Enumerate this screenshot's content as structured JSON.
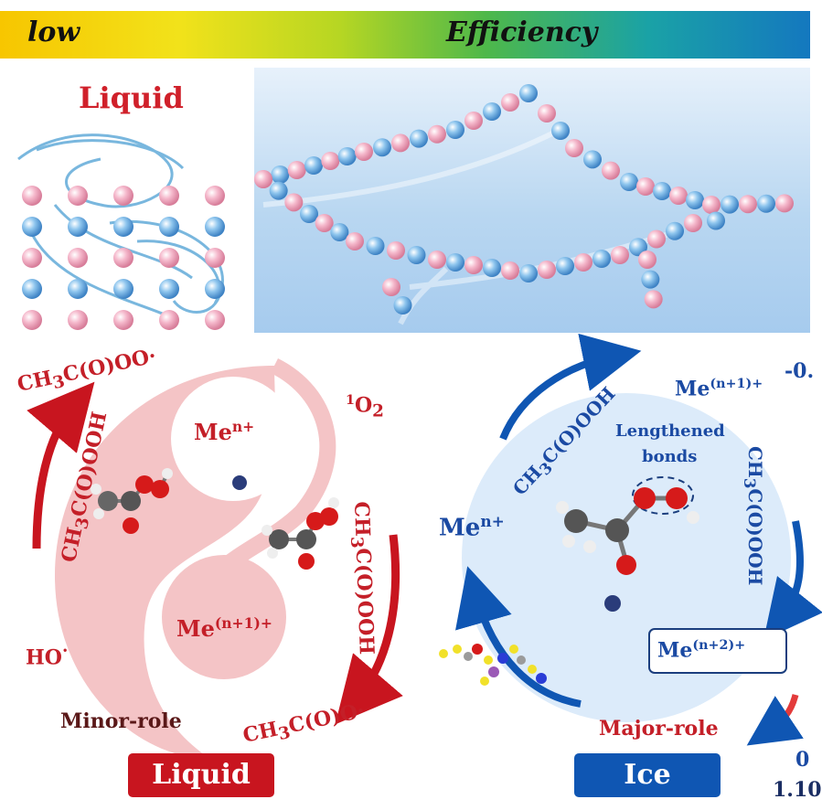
{
  "header": {
    "low_label": "low",
    "efficiency_label": "Efficiency"
  },
  "top_left": {
    "title": "Liquid"
  },
  "left_cycle": {
    "peroxy_radical": "CH3C(O)OO·",
    "singlet_oxygen": "1O2",
    "paa_left": "CH3C(O)OOH",
    "paa_right": "CH3C(O)OOH",
    "me_n": "Men+",
    "me_n1": "Me(n+1)+",
    "hydroxyl": "HO·",
    "acetoxyl": "CH3C(O)O·",
    "role": "Minor-role",
    "badge": "Liquid"
  },
  "right_cycle": {
    "paa_top": "CH3C(O)OOH",
    "me_n1": "Me(n+1)+",
    "lengthened_line1": "Lengthened",
    "lengthened_line2": "bonds",
    "paa_right": "CH3C(O)OOH",
    "me_n": "Men+",
    "me_n2": "Me(n+2)+",
    "role": "Major-role",
    "badge": "Ice"
  },
  "edge_texts": {
    "top_right": "-0.",
    "bottom_right": "1.10",
    "right_mid": "0"
  },
  "colors": {
    "liquid_red": "#c8151f",
    "ice_blue": "#0f56b3",
    "yin_pink": "#f4c4c6",
    "ice_circle": "#dcebfa"
  }
}
